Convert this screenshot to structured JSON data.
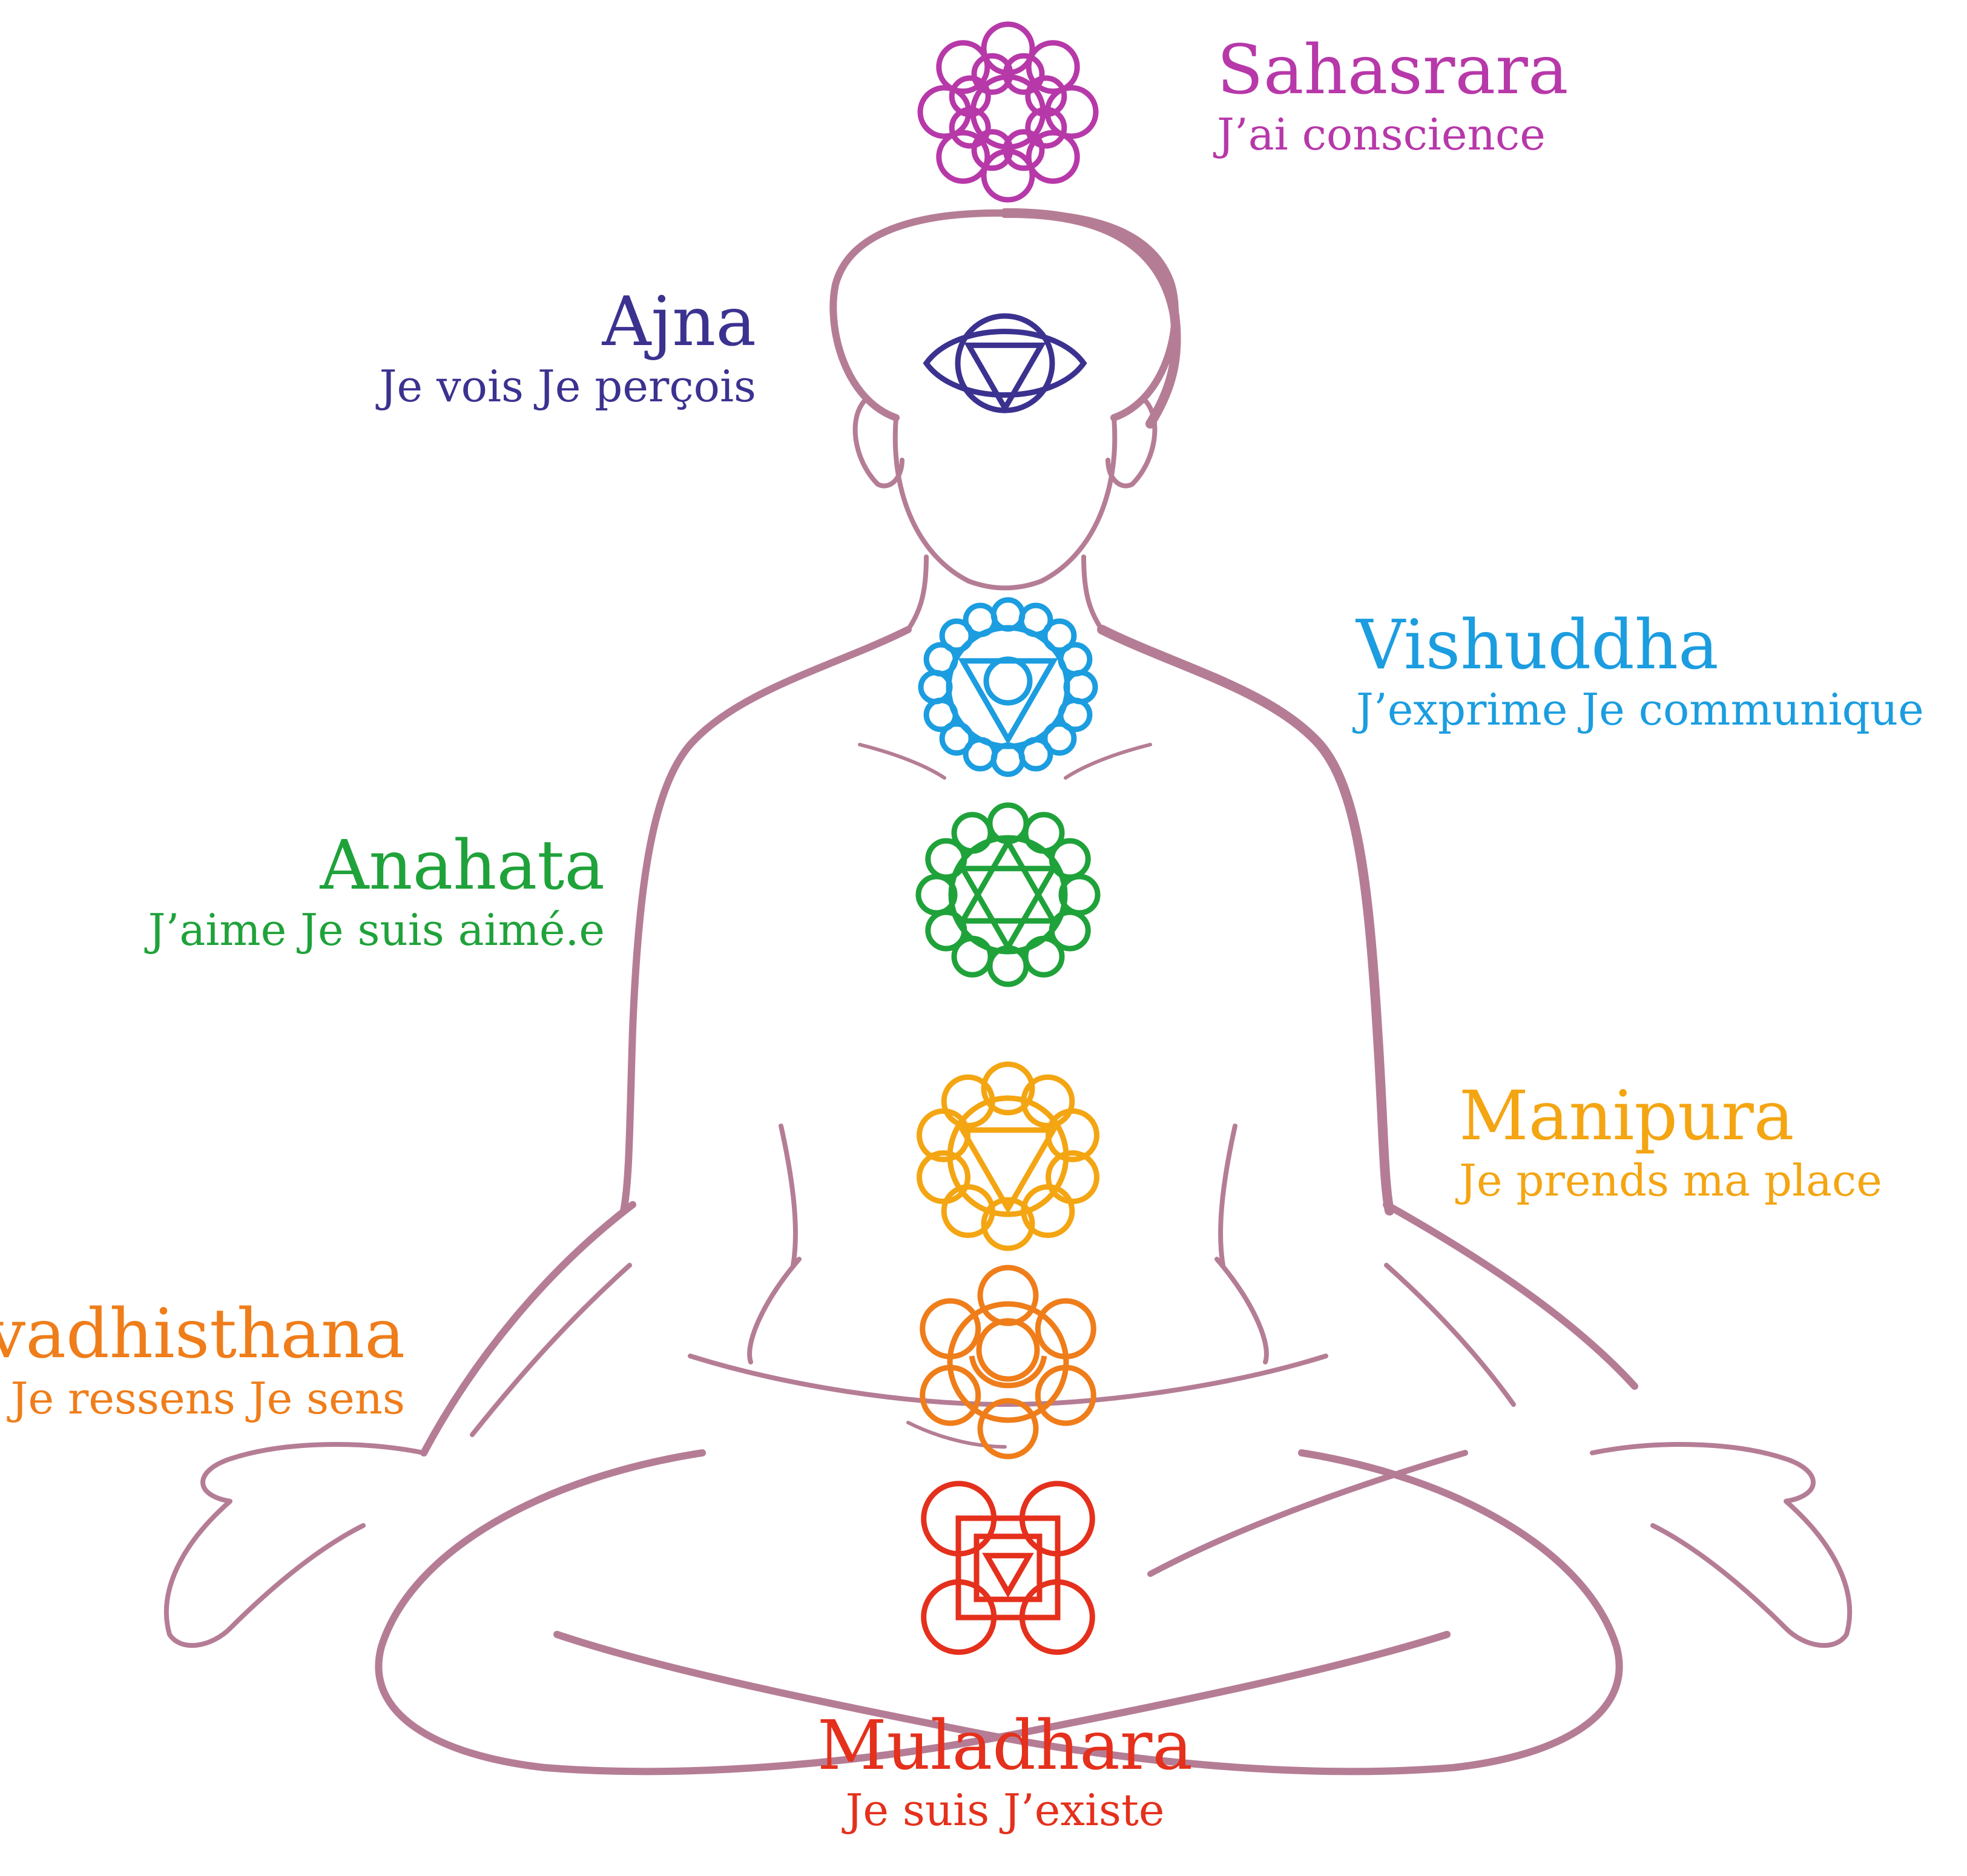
{
  "colors": {
    "body_outline": "#b57d95",
    "sahasrara": "#b738a9",
    "ajna": "#3b3290",
    "vishuddha": "#1b9de0",
    "anahata": "#1fa23a",
    "manipura": "#f4a512",
    "svadhisthana": "#ef7d1a",
    "muladhara": "#e4301c"
  },
  "chakras": [
    {
      "id": "sahasrara",
      "name": "Sahasrara",
      "affirmation": "J’ai conscience",
      "icon": "thousand-petal-lotus-icon"
    },
    {
      "id": "ajna",
      "name": "Ajna",
      "affirmation": "Je vois  Je perçois",
      "icon": "third-eye-icon"
    },
    {
      "id": "vishuddha",
      "name": "Vishuddha",
      "affirmation": "J’exprime  Je communique",
      "icon": "throat-lotus-icon"
    },
    {
      "id": "anahata",
      "name": "Anahata",
      "affirmation": "J’aime  Je suis aimé.e",
      "icon": "heart-hexagram-lotus-icon"
    },
    {
      "id": "manipura",
      "name": "Manipura",
      "affirmation": "Je prends ma place",
      "icon": "solar-plexus-lotus-icon"
    },
    {
      "id": "svadhisthana",
      "name": "Svadhisthana",
      "affirmation": "Je ressens  Je sens",
      "icon": "sacral-crescent-lotus-icon"
    },
    {
      "id": "muladhara",
      "name": "Muladhara",
      "affirmation": "Je suis  J’existe",
      "icon": "root-square-lotus-icon"
    }
  ]
}
